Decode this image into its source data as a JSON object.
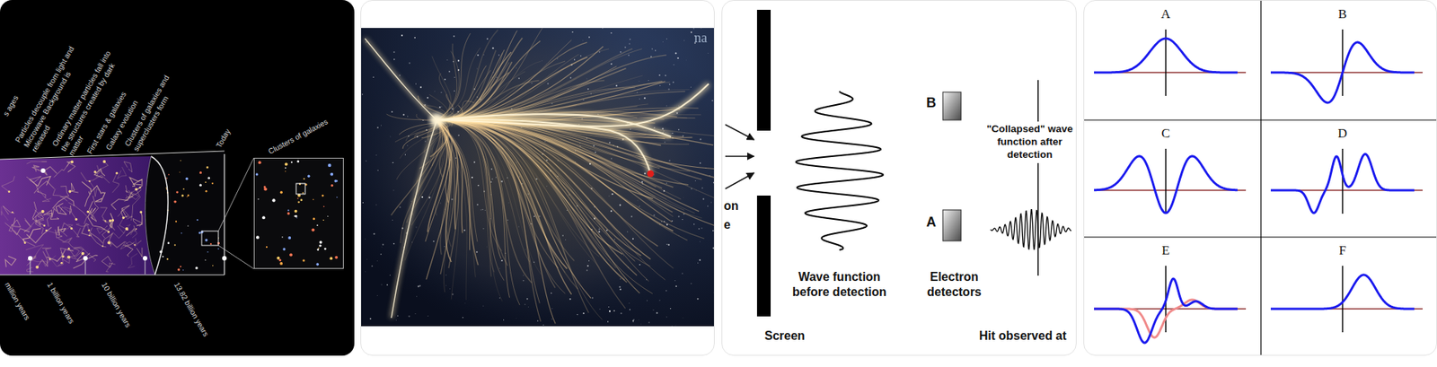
{
  "diagram": {
    "nodes": [
      {
        "text": [
          "Clusters of galaxies"
        ]
      },
      {
        "text": [
          "A"
        ]
      },
      {
        "text": [
          "B"
        ]
      },
      {
        "text": [
          "C"
        ]
      },
      {
        "text": [
          "D"
        ]
      },
      {
        "text": [
          "E"
        ]
      },
      {
        "text": [
          "F"
        ]
      }
    ],
    "labels": [
      "s ages",
      "Particles decouple from light and Microwave Background is released",
      "Ordinary matter particles fall into the structures created by dark matter",
      "First stars & galaxies",
      "Galaxy evolution",
      "Clusters of galaxies and superclusters form",
      "Today",
      "million years",
      "1 billion years",
      "10 billion years",
      "13.82 billion years",
      "na",
      "on",
      "e",
      "Screen",
      "Wave function before detection",
      "B",
      "A",
      "Electron detectors",
      "\"Collapsed\" wave function after detection",
      "Hit observed at"
    ]
  }
}
